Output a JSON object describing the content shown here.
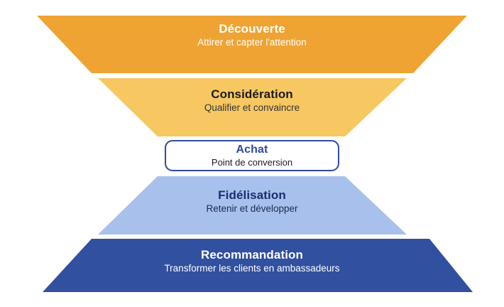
{
  "diagram": {
    "type": "funnel",
    "orientation": "vertical-inverted",
    "background": "#FFFFFF",
    "stages": [
      {
        "id": "decouverte",
        "title": "Découverte",
        "subtitle": "Attirer et capter l'attention",
        "fill": "#EFA333",
        "text_color": "#FFFFFF",
        "shape": "trapezoid-narrowing"
      },
      {
        "id": "consideration",
        "title": "Considération",
        "subtitle": "Qualifier et convaincre",
        "fill": "#F7C762",
        "text_color": "#1B1B1B",
        "shape": "trapezoid-narrowing"
      },
      {
        "id": "achat",
        "title": "Achat",
        "subtitle": "Point de conversion",
        "fill": "#FFFFFF",
        "border_color": "#2E4A9E",
        "text_color": "#2E4A9E",
        "shape": "rounded-rectangle"
      },
      {
        "id": "fidelisation",
        "title": "Fidélisation",
        "subtitle": "Retenir et développer",
        "fill": "#A8C0EC",
        "text_color": "#17306E",
        "shape": "trapezoid-widening"
      },
      {
        "id": "recommandation",
        "title": "Recommandation",
        "subtitle": "Transformer les clients en ambassadeurs",
        "fill": "#31509F",
        "text_color": "#FFFFFF",
        "shape": "trapezoid-widening"
      }
    ]
  }
}
